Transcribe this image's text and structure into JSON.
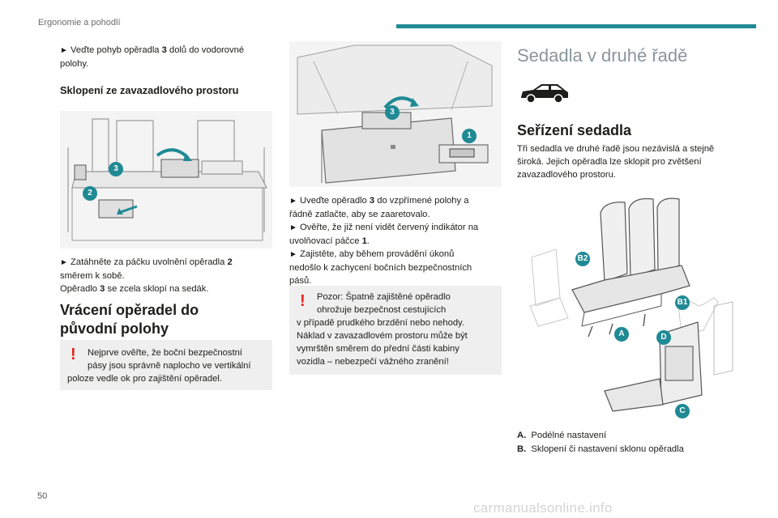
{
  "header": {
    "title": "Ergonomie a pohodlí"
  },
  "page_number": "50",
  "watermark": "carmanualsonline.info",
  "col1": {
    "p1_pre": "Veďte pohyb opěradla ",
    "p1_bold": "3",
    "p1_post": " dolů do vodorovné",
    "p1_line2": "polohy.",
    "heading1": "Sklopení ze zavazadlového prostoru",
    "fig1_badges": [
      "3",
      "2"
    ],
    "p2_pre": "Zatáhněte za páčku uvolnění opěradla ",
    "p2_bold": "2",
    "p2_line2": "směrem k sobě.",
    "p3_pre": "Opěradlo ",
    "p3_bold": "3",
    "p3_post": " se zcela sklopí na sedák.",
    "heading2_l1": "Vrácení opěradel do",
    "heading2_l2": "původní polohy",
    "warn_l1": "Nejprve ověřte, že boční bezpečnostní",
    "warn_l2": "pásy jsou správně naplocho ve vertikální",
    "warn_l3": "poloze vedle ok pro zajištění opěradel."
  },
  "col2": {
    "fig2_badges": [
      "3",
      "1"
    ],
    "b1_pre": "Uveďte opěradlo ",
    "b1_bold": "3",
    "b1_post": " do vzpřímené polohy a",
    "b1_l2": "řádně zatlačte, aby se zaaretovalo.",
    "b2_l1": "Ověřte, že již není vidět červený indikátor na",
    "b2_l2_pre": "uvolňovací páčce ",
    "b2_l2_bold": "1",
    "b2_l2_post": ".",
    "b3_l1": "Zajistěte, aby během provádění úkonů",
    "b3_l2": "nedošlo k zachycení bočních bezpečnostních",
    "b3_l3": "pásů.",
    "warn_l1": "Pozor: Špatně zajištěné opěradlo",
    "warn_l2": "ohrožuje bezpečnost cestujících",
    "warn_l3": "v případě prudkého brzdění nebo nehody.",
    "warn_l4": "Náklad v zavazadlovém prostoru může být",
    "warn_l5": "vymrštěn směrem do přední části kabiny",
    "warn_l6": "vozidla – nebezpečí vážného zranění!"
  },
  "col3": {
    "section_title": "Sedadla v druhé řadě",
    "car_icon": "suv-side-icon",
    "heading": "Seřízení sedadla",
    "p_l1": "Tři sedadla ve druhé řadě jsou nezávislá a stejně",
    "p_l2": "široká. Jejich opěradla lze sklopit pro zvětšení",
    "p_l3": "zavazadlového prostoru.",
    "fig3_badges": [
      "B2",
      "B1",
      "A",
      "D",
      "C"
    ],
    "legend": [
      {
        "key": "A.",
        "text": "Podélné nastavení"
      },
      {
        "key": "B.",
        "text": "Sklopení či nastavení sklonu opěradla"
      }
    ]
  },
  "colors": {
    "accent": "#1f8a94",
    "warning": "#e2231a",
    "box": "#efefef"
  }
}
